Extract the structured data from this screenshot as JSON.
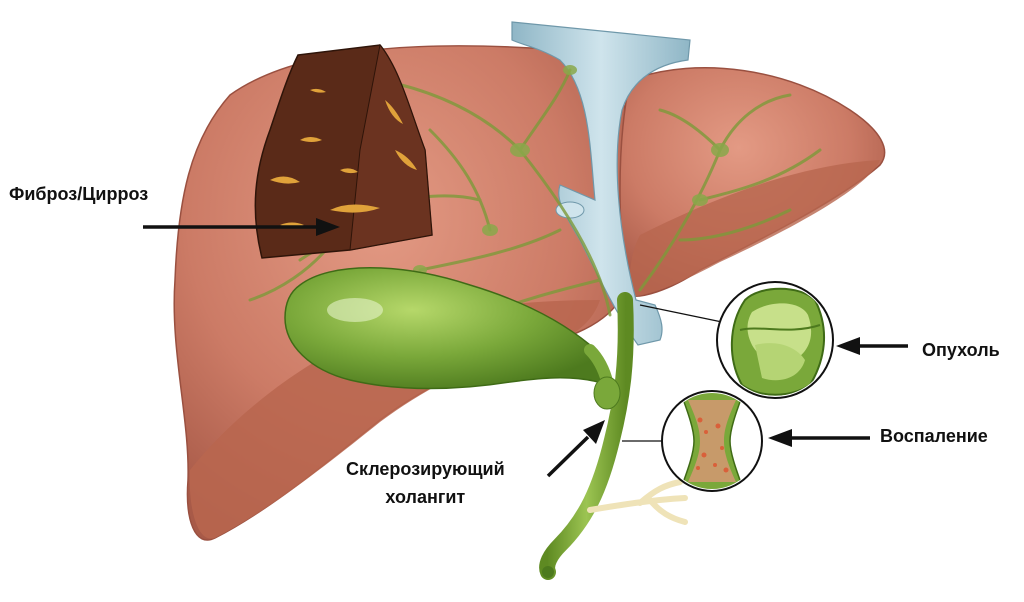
{
  "labels": {
    "fibrosis": "Фиброз/Цирроз",
    "tumor": "Опухоль",
    "inflammation": "Воспаление",
    "psc_line1": "Склерозирующий",
    "psc_line2": "холангит"
  },
  "colors": {
    "liver": "#c97a66",
    "liver_dark": "#a85a48",
    "gallbladder": "#7aa83a",
    "bile_duct": "#86a83c",
    "vessel": "#a9cbd8",
    "cirrhosis": "#5a2a18",
    "fibrosis_streak": "#e0a23a",
    "arrow": "#111111"
  }
}
